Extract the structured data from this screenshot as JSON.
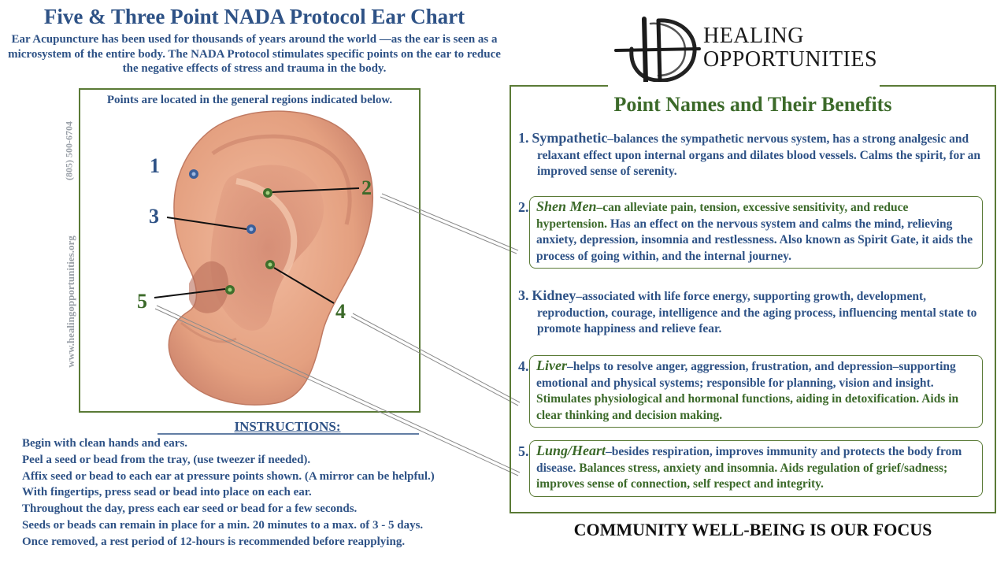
{
  "header": {
    "title": "Five & Three Point NADA Protocol Ear Chart",
    "intro": "Ear Acupuncture has been used for thousands of years around the world —as the ear is seen as a microsystem of the entire body. The NADA Protocol stimulates specific points on the ear to reduce the negative effects of stress and trauma in the body."
  },
  "ear_chart": {
    "caption": "Points are located in the general regions indicated below.",
    "side_phone": "(805) 500-6704",
    "side_url": "www.healingopportunities.org",
    "labels": [
      "1",
      "2",
      "3",
      "4",
      "5"
    ]
  },
  "instructions": {
    "title": "INSTRUCTIONS:",
    "steps": [
      "Begin with clean hands and ears.",
      "Peel a seed or bead from the tray, (use tweezer if needed).",
      "Affix seed or bead to each ear at pressure points shown. (A mirror can be helpful.)",
      "With fingertips, press sead or bead into place on each ear.",
      "Throughout the day, press each ear seed or bead for a few seconds.",
      "Seeds or beads can remain in place for a min. 20 minutes to a max. of 3 - 5 days.",
      "Once removed, a rest period of 12-hours is recommended before reapplying."
    ]
  },
  "logo": {
    "line1": "HEALING",
    "line2": "OPPORTUNITIES"
  },
  "benefits": {
    "title": "Point Names and Their Benefits",
    "items": [
      {
        "number": "1.",
        "name": "Sympathetic",
        "text_a": "–balances the sympathetic nervous system, has a strong analgesic and relaxant effect upon internal organs and dilates blood vessels. Calms the spirit, for an improved sense of serenity.",
        "text_b": ""
      },
      {
        "number": "2.",
        "name": "Shen Men",
        "text_a": "–can alleviate pain, tension, excessive sensitivity, and reduce hypertension.",
        "text_b": " Has an effect on the nervous system and calms the mind, relieving anxiety, depression, insomnia and restlessness. Also known as Spirit Gate, it aids the process of going within, and the internal journey."
      },
      {
        "number": "3.",
        "name": "Kidney",
        "text_a": "–associated with life force energy, supporting growth, development, reproduction, courage, intelligence and the aging process, influencing mental state to promote happiness and relieve fear.",
        "text_b": ""
      },
      {
        "number": "4.",
        "name": "Liver",
        "text_a": "–helps to resolve anger, aggression, frustration, and depression–supporting emotional and physical systems; responsible for planning, vision and insight.",
        "text_b": " Stimulates physiological and hormonal functions, aiding in detoxification. Aids in clear thinking and decision making."
      },
      {
        "number": "5.",
        "name": "Lung/Heart",
        "text_a": "–besides respiration, improves immunity and protects the body from disease.",
        "text_b": " Balances stress, anxiety and insomnia. Aids regulation of grief/sadness; improves sense of connection, self respect and integrity."
      }
    ]
  },
  "footer": {
    "tagline": "COMMUNITY WELL-BEING IS OUR FOCUS"
  },
  "colors": {
    "blue": "#2e5286",
    "green": "#3c6a2a",
    "border_green": "#5a7a36",
    "ear_skin": "#e9a686"
  }
}
